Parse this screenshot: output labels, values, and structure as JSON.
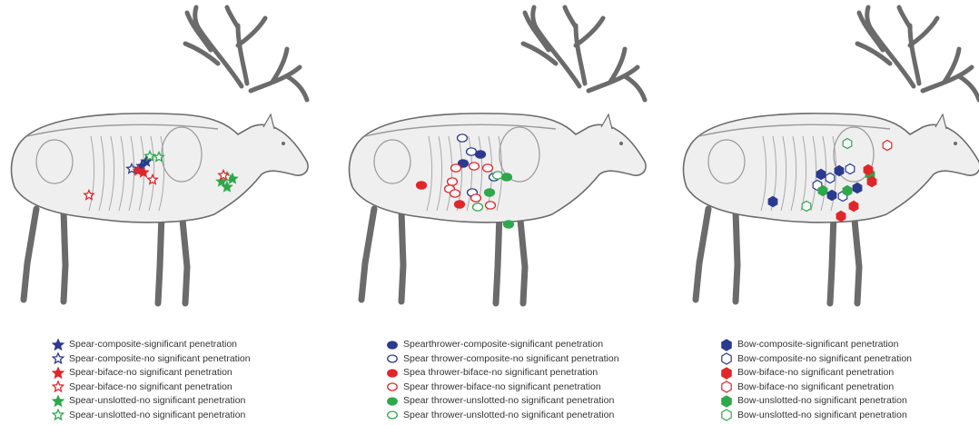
{
  "colors": {
    "composite": "#2b3a8f",
    "biface": "#e0262b",
    "unslotted": "#2da84a",
    "sketch": "#6b6b6b",
    "sketch_fill": "#efefef"
  },
  "panels": [
    {
      "weapon": "spear",
      "symbol": "star",
      "legend": [
        {
          "label": "Spear-composite-significant penetration",
          "color": "composite",
          "filled": true
        },
        {
          "label": "Spear-composite-no significant penetration",
          "color": "composite",
          "filled": false
        },
        {
          "label": "Spear-biface-no significant penetration",
          "color": "biface",
          "filled": true
        },
        {
          "label": "Spear-biface-no significant penetration",
          "color": "biface",
          "filled": false
        },
        {
          "label": "Spear-unslotted-no significant penetration",
          "color": "unslotted",
          "filled": true
        },
        {
          "label": "Spear-unslotted-no significant penetration",
          "color": "unslotted",
          "filled": false
        }
      ]
    },
    {
      "weapon": "spear thrower",
      "symbol": "ellipse",
      "legend": [
        {
          "label": "Spearthrower-composite-significant penetration",
          "color": "composite",
          "filled": true
        },
        {
          "label": "Spear thrower-composite-no significant penetration",
          "color": "composite",
          "filled": false
        },
        {
          "label": "Spea thrower-biface-no significant penetration",
          "color": "biface",
          "filled": true
        },
        {
          "label": "Spear thrower-biface-no significant penetration",
          "color": "biface",
          "filled": false
        },
        {
          "label": "Spear thrower-unslotted-no significant penetration",
          "color": "unslotted",
          "filled": true
        },
        {
          "label": "Spear thrower-unslotted-no significant penetration",
          "color": "unslotted",
          "filled": false
        }
      ]
    },
    {
      "weapon": "bow",
      "symbol": "hexagon",
      "legend": [
        {
          "label": "Bow-composite-significant penetration",
          "color": "composite",
          "filled": true
        },
        {
          "label": "Bow-composite-no significant penetration",
          "color": "composite",
          "filled": false
        },
        {
          "label": "Bow-biface-no significant penetration",
          "color": "biface",
          "filled": true
        },
        {
          "label": "Bow-biface-no significant penetration",
          "color": "biface",
          "filled": false
        },
        {
          "label": "Bow-unslotted-no significant penetration",
          "color": "unslotted",
          "filled": true
        },
        {
          "label": "Bow-unslotted-no significant penetration",
          "color": "unslotted",
          "filled": false
        }
      ]
    }
  ]
}
